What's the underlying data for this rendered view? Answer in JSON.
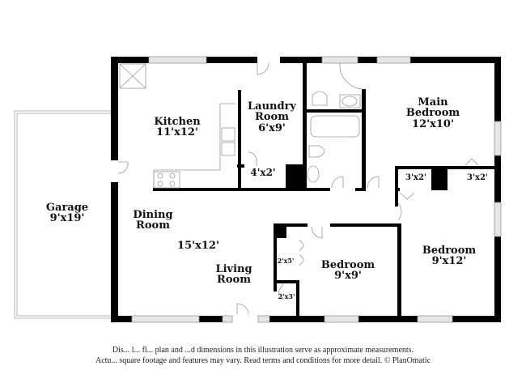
{
  "floorplan": {
    "rooms": [
      {
        "id": "kitchen",
        "name": "Kitchen",
        "dimensions": "11'x12'"
      },
      {
        "id": "laundry",
        "name": "Laundry Room",
        "name_lines": [
          "Laundry",
          "Room"
        ],
        "dimensions": "6'x9'"
      },
      {
        "id": "main-bedroom",
        "name": "Main Bedroom",
        "name_lines": [
          "Main",
          "Bedroom"
        ],
        "dimensions": "12'x10'"
      },
      {
        "id": "garage",
        "name": "Garage",
        "dimensions": "9'x19'"
      },
      {
        "id": "dining-room",
        "name": "Dining Room",
        "name_lines": [
          "Dining",
          "Room"
        ]
      },
      {
        "id": "living-dining",
        "dimensions": "15'x12'"
      },
      {
        "id": "living-room",
        "name": "Living Room",
        "name_lines": [
          "Living",
          "Room"
        ]
      },
      {
        "id": "bedroom-2",
        "name": "Bedroom",
        "dimensions": "9'x9'"
      },
      {
        "id": "bedroom-3",
        "name": "Bedroom",
        "dimensions": "9'x12'"
      }
    ],
    "closets": [
      {
        "id": "laundry-closet",
        "dimensions": "4'x2'"
      },
      {
        "id": "main-closet-1",
        "dimensions": "3'x2'"
      },
      {
        "id": "main-closet-2",
        "dimensions": "3'x2'"
      },
      {
        "id": "hall-closet-1",
        "dimensions": "2'x5'"
      },
      {
        "id": "hall-closet-2",
        "dimensions": "2'x3'"
      }
    ],
    "colors": {
      "wall": "#000000",
      "fixture_line": "#9a9a9a",
      "window_fill": "#e2e2e2",
      "background": "#ffffff"
    }
  },
  "disclaimer": {
    "line1": "Dis... l... fl... plan and ...d dimensions in this illustration serve as approximate measurements.",
    "line2": "Actu... square footage and features may vary. Read terms and conditions for more detail. © PlanOmatic"
  }
}
